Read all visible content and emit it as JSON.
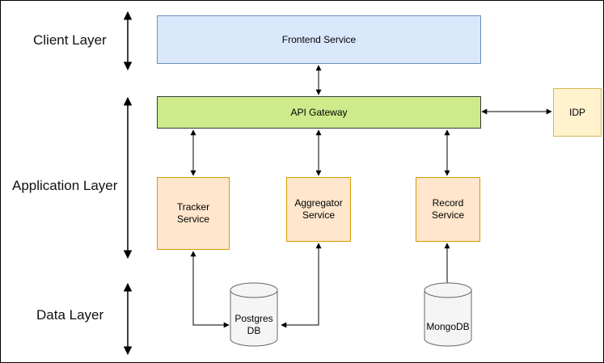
{
  "layers": {
    "client": "Client Layer",
    "application": "Application Layer",
    "data": "Data Layer"
  },
  "nodes": {
    "frontend": "Frontend Service",
    "gateway": "API Gateway",
    "idp": "IDP",
    "tracker": "Tracker\nService",
    "aggregator": "Aggregator\nService",
    "record": "Record\nService",
    "postgres": "Postgres\nDB",
    "mongo": "MongoDB"
  },
  "colors": {
    "frontend_fill": "#dae8fc",
    "frontend_stroke": "#6c8ebf",
    "gateway_fill": "#cdeb8b",
    "gateway_stroke": "#36393d",
    "service_fill": "#ffe6cc",
    "service_stroke": "#d79b00",
    "idp_fill": "#fff2cc",
    "idp_stroke": "#d6b656",
    "db_fill": "#f5f5f5",
    "db_stroke": "#666666"
  }
}
